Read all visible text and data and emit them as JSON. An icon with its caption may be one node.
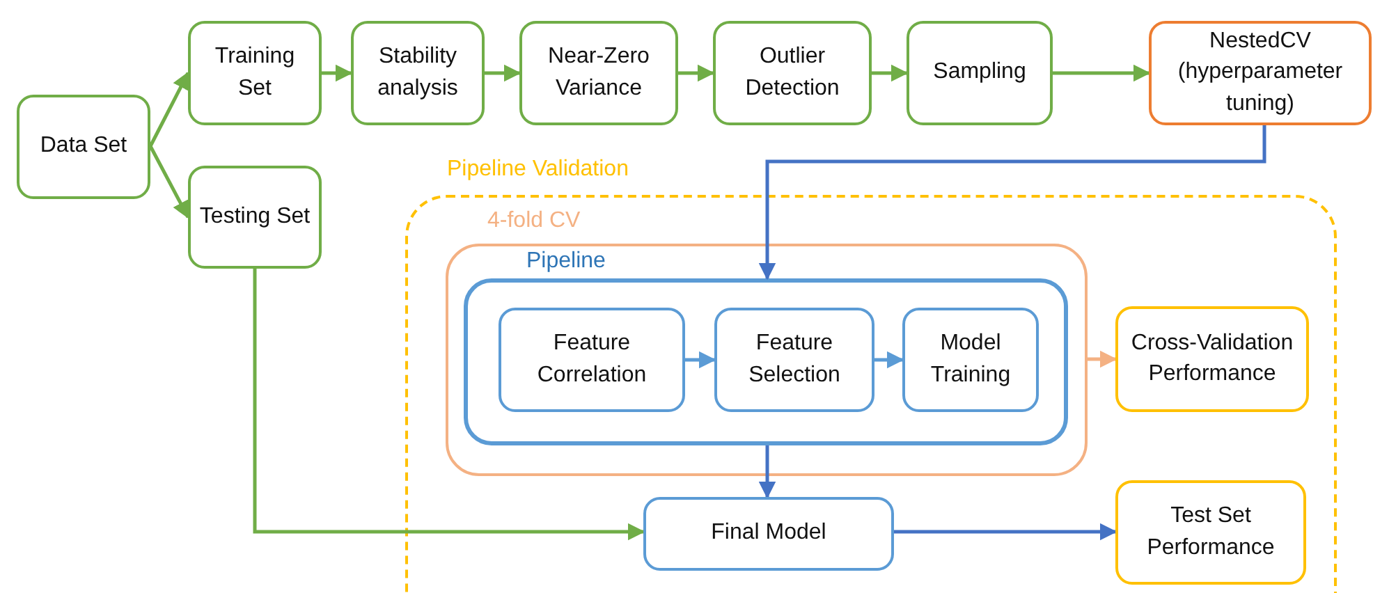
{
  "diagram": {
    "nodes": [
      {
        "text": [
          "Data Set"
        ]
      },
      {
        "text": [
          "Training Set"
        ]
      },
      {
        "text": [
          "Stability analysis"
        ]
      },
      {
        "text": [
          "Near-Zero Variance"
        ]
      },
      {
        "text": [
          "Outlier Detection"
        ]
      },
      {
        "text": [
          "Sampling"
        ]
      },
      {
        "text": [
          "NestedCV (hyperparameter tuning)"
        ]
      },
      {
        "text": [
          "Testing Set"
        ]
      },
      {
        "text": [
          "Pipeline Validation"
        ]
      },
      {
        "text": [
          "4-fold CV"
        ],
        "in": 8
      },
      {
        "text": [
          "Pipeline"
        ],
        "in": 9
      },
      {
        "text": [
          "Feature Correlation"
        ],
        "in": 10
      },
      {
        "text": [
          "Feature Selection"
        ],
        "in": 10
      },
      {
        "text": [
          "Model Training"
        ],
        "in": 10
      },
      {
        "text": [
          "Cross-Validation Performance"
        ],
        "in": 8
      },
      {
        "text": [
          "Final Model"
        ],
        "in": 8
      },
      {
        "text": [
          "Test Set Performance"
        ],
        "in": 8
      }
    ],
    "edges": [
      {
        "from": 0,
        "to": 1,
        "arrow": "to"
      },
      {
        "from": 0,
        "to": 7,
        "arrow": "to"
      },
      {
        "from": 1,
        "to": 2,
        "arrow": "to"
      },
      {
        "from": 2,
        "to": 3,
        "arrow": "to"
      },
      {
        "from": 3,
        "to": 4,
        "arrow": "to"
      },
      {
        "from": 4,
        "to": 5,
        "arrow": "to"
      },
      {
        "from": 5,
        "to": 6,
        "arrow": "to"
      },
      {
        "from": 6,
        "to": 10,
        "arrow": "to",
        "color": "#4472c4"
      },
      {
        "from": 11,
        "to": 12,
        "arrow": "to",
        "color": "#5b9bd5"
      },
      {
        "from": 12,
        "to": 13,
        "arrow": "to",
        "color": "#5b9bd5"
      },
      {
        "from": 9,
        "to": 14,
        "arrow": "to",
        "color": "#f4b183"
      },
      {
        "from": 10,
        "to": 15,
        "arrow": "to",
        "color": "#4472c4"
      },
      {
        "from": 7,
        "to": 15,
        "arrow": "to"
      },
      {
        "from": 15,
        "to": 16,
        "arrow": "to",
        "color": "#4472c4"
      }
    ]
  }
}
